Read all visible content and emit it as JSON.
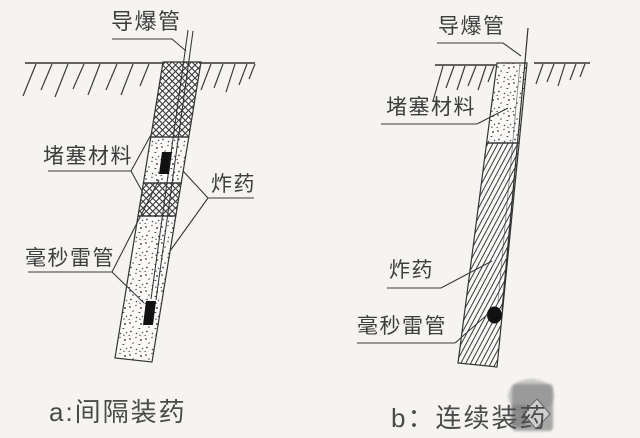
{
  "figure": {
    "title_semantic": "blast-hole charging methods diagram",
    "background_color": "#f6f4f1",
    "ink_color": "#3a3a3a",
    "text_color": "#3d3d3d",
    "diagram_a": {
      "caption": "a:间隔装药",
      "labels": {
        "detonating_tube": "导爆管",
        "stemming": "堵塞材料",
        "explosive": "炸药",
        "ms_detonator": "毫秒雷管"
      }
    },
    "diagram_b": {
      "caption": "b：连续装药",
      "labels": {
        "detonating_tube": "导爆管",
        "stemming": "堵塞材料",
        "explosive": "炸药",
        "ms_detonator": "毫秒雷管"
      }
    }
  }
}
